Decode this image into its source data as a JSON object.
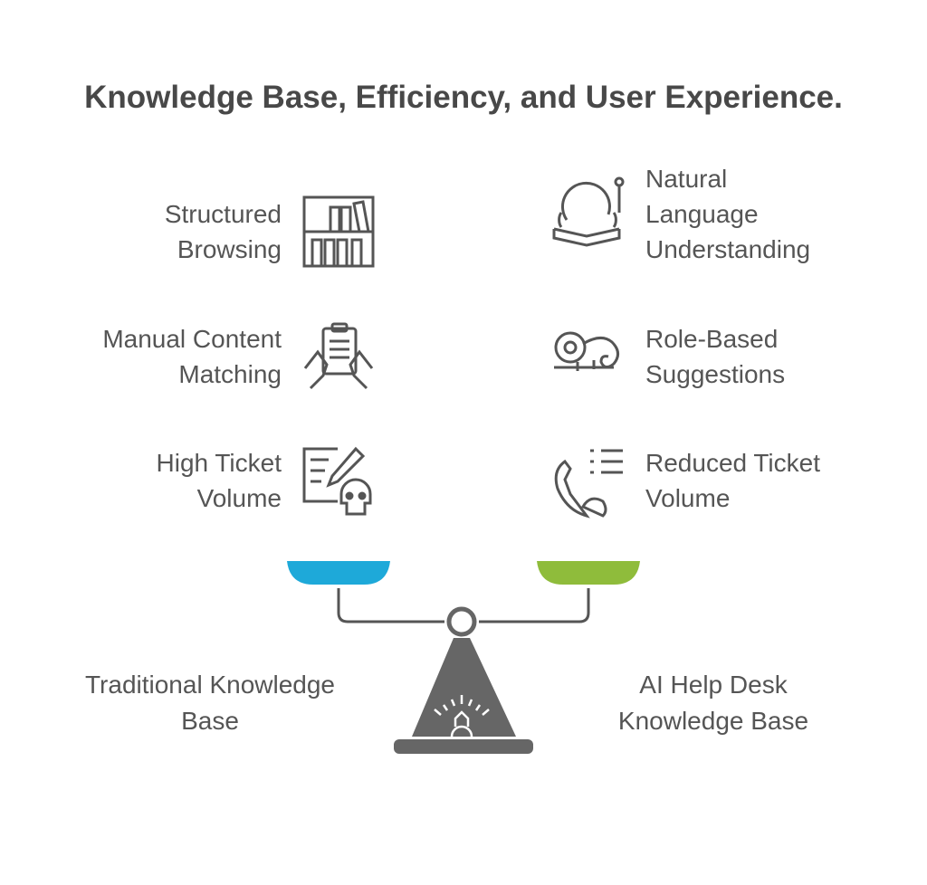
{
  "title": "Knowledge Base, Efficiency, and User Experience.",
  "left": {
    "label": [
      "Traditional Knowledge",
      "Base"
    ],
    "color": "#1ea9d9",
    "items": [
      {
        "lines": [
          "Structured",
          "Browsing"
        ],
        "icon": "bookshelf-icon"
      },
      {
        "lines": [
          "Manual Content",
          "Matching"
        ],
        "icon": "hands-clipboard-icon"
      },
      {
        "lines": [
          "High Ticket",
          "Volume"
        ],
        "icon": "document-skull-icon"
      }
    ]
  },
  "right": {
    "label": [
      "AI Help Desk",
      "Knowledge Base"
    ],
    "color": "#8fbc3b",
    "items": [
      {
        "lines": [
          "Natural",
          "Language",
          "Understanding"
        ],
        "icon": "head-book-icon"
      },
      {
        "lines": [
          "Role-Based",
          "Suggestions"
        ],
        "icon": "chameleon-icon"
      },
      {
        "lines": [
          "Reduced Ticket",
          "Volume"
        ],
        "icon": "phone-list-icon"
      }
    ]
  }
}
